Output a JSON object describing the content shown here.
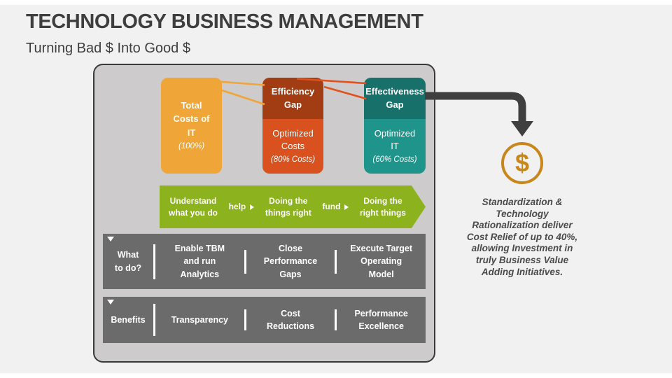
{
  "header": {
    "title": "TECHNOLOGY BUSINESS MANAGEMENT",
    "subtitle": "Turning Bad $ Into Good $"
  },
  "cost_boxes": {
    "total": {
      "title": "Total\nCosts of\nIT",
      "note": "(100%)"
    },
    "efficiency": {
      "header": "Efficiency\nGap",
      "body": "Optimized\nCosts",
      "note": "(80% Costs)"
    },
    "effectiveness": {
      "header": "Effectiveness\nGap",
      "body": "Optimized\nIT",
      "note": "(60% Costs)"
    }
  },
  "process_arrow": {
    "step1": "Understand\nwhat you do",
    "link1": "help",
    "step2": "Doing the\nthings right",
    "link2": "fund",
    "step3": "Doing the\nright things"
  },
  "what_to_do_bar": {
    "label": "What\nto do?",
    "items": [
      "Enable TBM\nand run\nAnalytics",
      "Close\nPerformance\nGaps",
      "Execute Target\nOperating\nModel"
    ]
  },
  "benefits_bar": {
    "label": "Benefits",
    "items": [
      "Transparency",
      "Cost\nReductions",
      "Performance\nExcellence"
    ]
  },
  "result": {
    "dollar_symbol": "$",
    "annotation": "Standardization &\nTechnology\nRationalization deliver\nCost Relief of up to 40%,\nallowing Investment in\ntruly Business Value\nAdding Initiatives."
  },
  "colors": {
    "amber": "#EFA537",
    "rust_dark": "#A23C12",
    "rust": "#D8511E",
    "teal_dark": "#17706A",
    "teal": "#1F948A",
    "green": "#8CB21E",
    "bar_gray": "#6B6B6B",
    "panel_gray": "#CDCBCB",
    "arrow_dark": "#3F3F3F",
    "gold": "#C8861B"
  }
}
